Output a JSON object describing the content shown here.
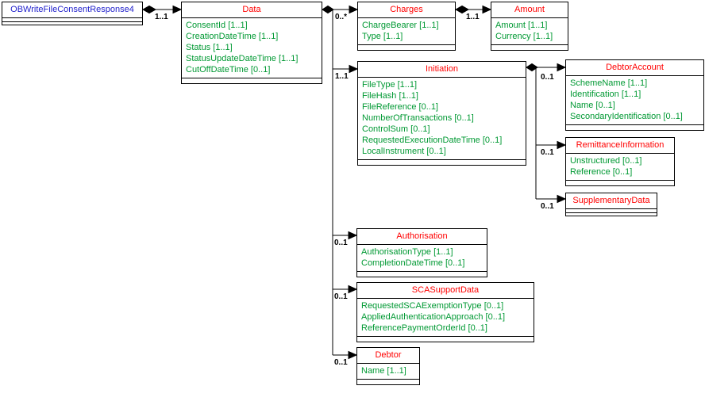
{
  "diagram": {
    "colors": {
      "root_title": "#2222cc",
      "class_title": "#ff0000",
      "field_text": "#009933",
      "connector": "#000000",
      "background": "#ffffff"
    },
    "nodes": {
      "root": {
        "title": "OBWriteFileConsentResponse4",
        "fields": []
      },
      "data": {
        "title": "Data",
        "fields": [
          "ConsentId [1..1]",
          "CreationDateTime [1..1]",
          "Status [1..1]",
          "StatusUpdateDateTime [1..1]",
          "CutOffDateTime [0..1]"
        ]
      },
      "charges": {
        "title": "Charges",
        "fields": [
          "ChargeBearer [1..1]",
          "Type [1..1]"
        ]
      },
      "amount": {
        "title": "Amount",
        "fields": [
          "Amount [1..1]",
          "Currency [1..1]"
        ]
      },
      "initiation": {
        "title": "Initiation",
        "fields": [
          "FileType [1..1]",
          "FileHash [1..1]",
          "FileReference [0..1]",
          "NumberOfTransactions [0..1]",
          "ControlSum [0..1]",
          "RequestedExecutionDateTime [0..1]",
          "LocalInstrument [0..1]"
        ]
      },
      "debtor_account": {
        "title": "DebtorAccount",
        "fields": [
          "SchemeName [1..1]",
          "Identification [1..1]",
          "Name [0..1]",
          "SecondaryIdentification [0..1]"
        ]
      },
      "remittance_information": {
        "title": "RemittanceInformation",
        "fields": [
          "Unstructured [0..1]",
          "Reference [0..1]"
        ]
      },
      "supplementary_data": {
        "title": "SupplementaryData",
        "fields": []
      },
      "authorisation": {
        "title": "Authorisation",
        "fields": [
          "AuthorisationType [1..1]",
          "CompletionDateTime [0..1]"
        ]
      },
      "sca_support_data": {
        "title": "SCASupportData",
        "fields": [
          "RequestedSCAExemptionType [0..1]",
          "AppliedAuthenticationApproach [0..1]",
          "ReferencePaymentOrderId [0..1]"
        ]
      },
      "debtor": {
        "title": "Debtor",
        "fields": [
          "Name [1..1]"
        ]
      }
    },
    "edges": {
      "root_to_data": {
        "label": "1..1"
      },
      "data_to_charges": {
        "label": "0..*"
      },
      "charges_to_amount": {
        "label": "1..1"
      },
      "data_to_initiation": {
        "label": "1..1"
      },
      "data_to_authorisation": {
        "label": "0..1"
      },
      "data_to_sca_support_data": {
        "label": "0..1"
      },
      "data_to_debtor": {
        "label": "0..1"
      },
      "initiation_to_debtor_account": {
        "label": "0..1"
      },
      "initiation_to_remittance_information": {
        "label": "0..1"
      },
      "initiation_to_supplementary_data": {
        "label": "0..1"
      }
    }
  }
}
